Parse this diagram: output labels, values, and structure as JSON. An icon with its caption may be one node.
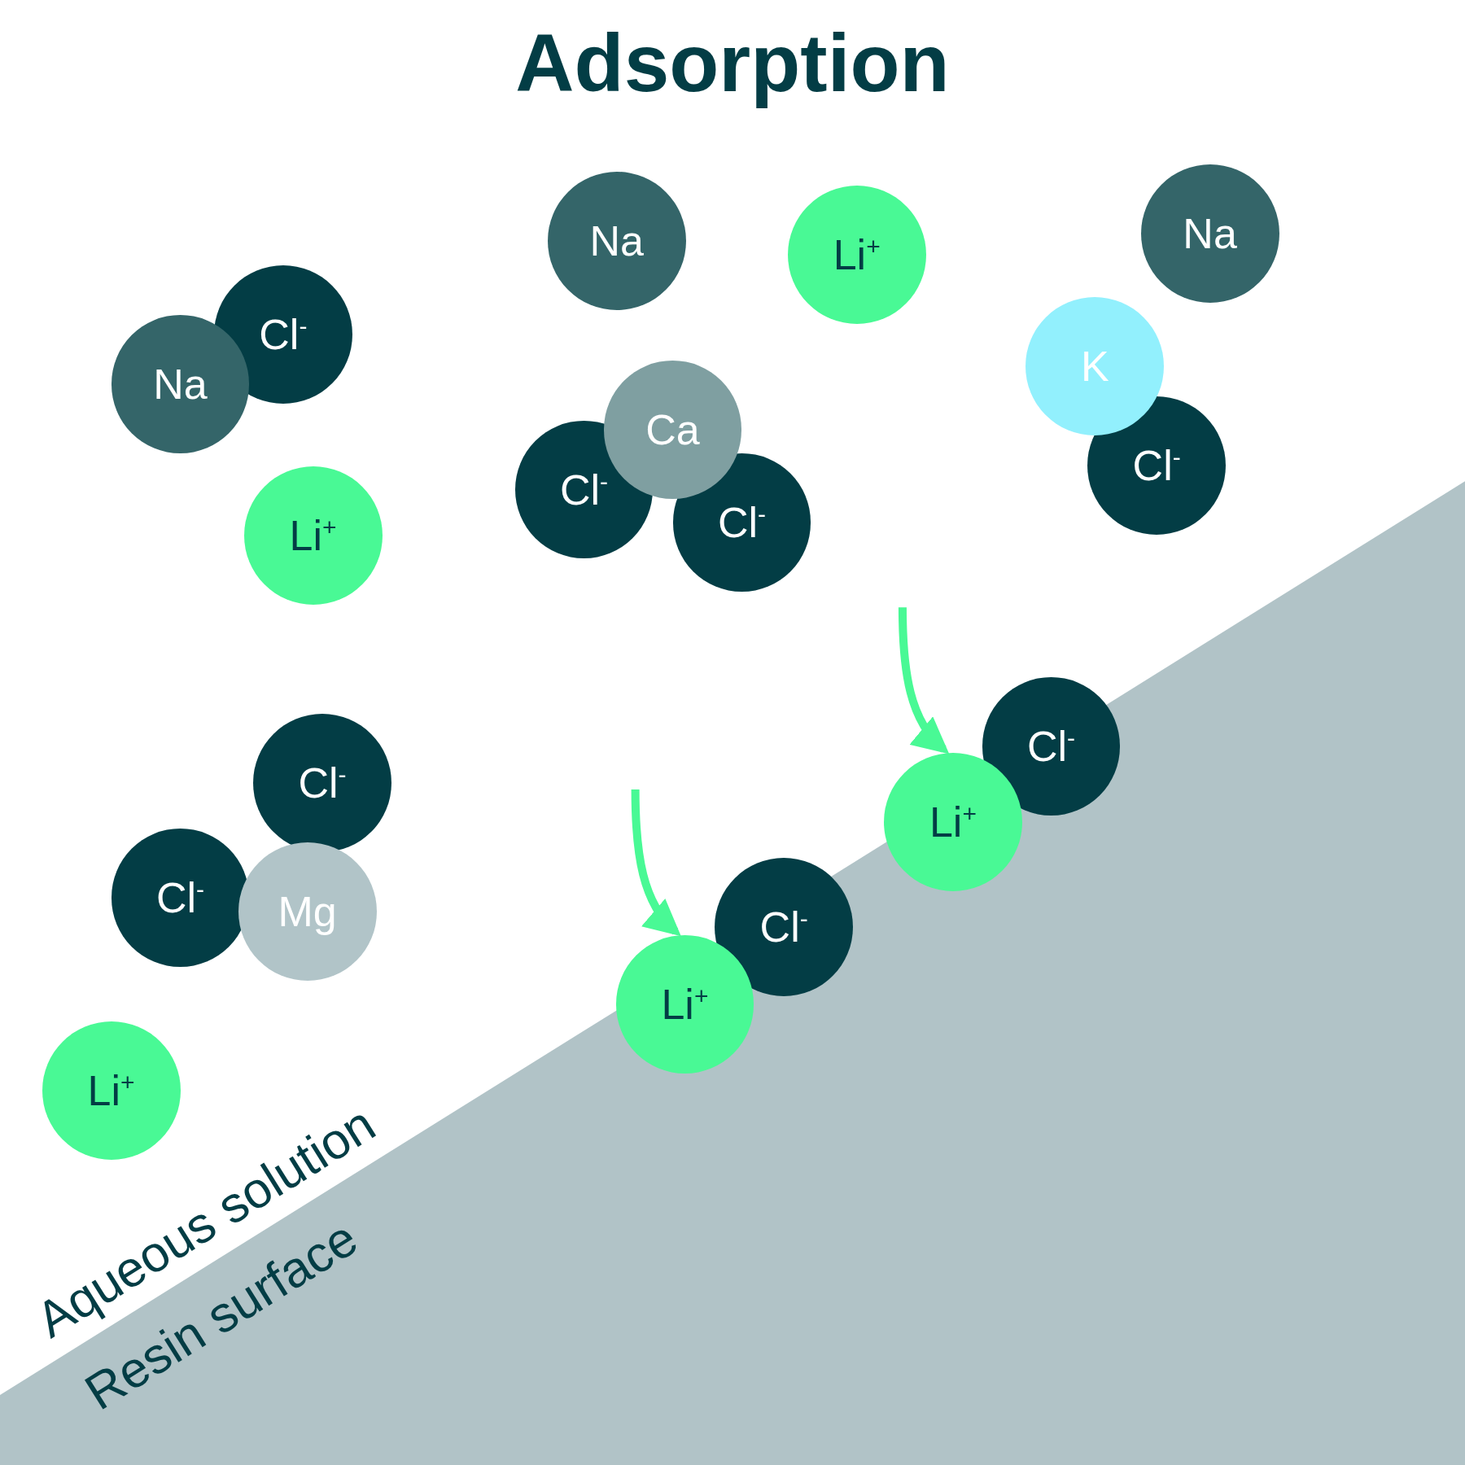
{
  "diagram": {
    "title": "Adsorption",
    "nodes": [
      {
        "text": [
          "Cl$^{-}$"
        ]
      },
      {
        "text": [
          "Na"
        ]
      },
      {
        "text": [
          "Li$^{+}$"
        ]
      },
      {
        "text": [
          "Na"
        ]
      },
      {
        "text": [
          "Li$^{+}$"
        ]
      },
      {
        "text": [
          "Na"
        ]
      },
      {
        "text": [
          "Cl$^{-}$"
        ]
      },
      {
        "text": [
          "Ca"
        ]
      },
      {
        "text": [
          "Cl$^{-}$"
        ]
      },
      {
        "text": [
          "K"
        ]
      },
      {
        "text": [
          "Cl$^{-}$"
        ]
      },
      {
        "text": [
          "Cl$^{-}$"
        ]
      },
      {
        "text": [
          "Cl$^{-}$"
        ]
      },
      {
        "text": [
          "Mg"
        ]
      },
      {
        "text": [
          "Li$^{+}$"
        ]
      },
      {
        "text": [
          "Cl$^{-}$"
        ]
      },
      {
        "text": [
          "Li$^{+}$"
        ]
      },
      {
        "text": [
          "Cl$^{-}$"
        ]
      },
      {
        "text": [
          "Li$^{+}$"
        ]
      }
    ],
    "edges": [
      {
        "from": null,
        "to": 18,
        "arrow": "to"
      },
      {
        "from": null,
        "to": 16,
        "arrow": "to"
      }
    ],
    "labels": [
      "Aqueous solution",
      "Resin surface"
    ]
  }
}
